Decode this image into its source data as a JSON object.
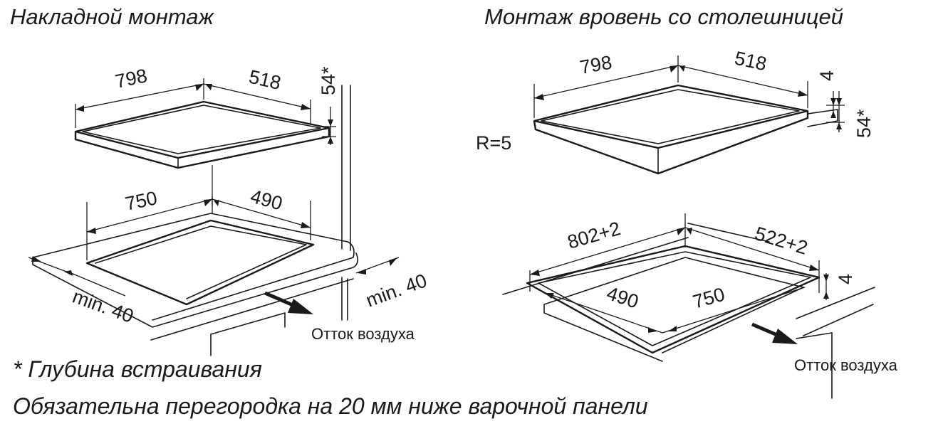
{
  "headings": {
    "surface_mount": "Накладной монтаж",
    "flush_mount": "Монтаж вровень со столешницей"
  },
  "notes": {
    "depth": "* Глубина встраивания",
    "partition": "Обязательна перегородка на 20 мм ниже варочной панели"
  },
  "surface": {
    "hob_length": "798",
    "hob_width": "518",
    "hob_depth": "54*",
    "cutout_length": "750",
    "cutout_width": "490",
    "min_front": "min. 40",
    "min_back": "min. 40",
    "airflow": "Отток воздуха"
  },
  "flush": {
    "hob_length": "798",
    "hob_width": "518",
    "rim": "4",
    "hob_depth": "54*",
    "radius": "R=5",
    "recess_length": "802+2",
    "recess_width": "522+2",
    "recess_depth": "4",
    "cutout_width": "490",
    "cutout_length": "750",
    "airflow": "Отток воздуха"
  }
}
